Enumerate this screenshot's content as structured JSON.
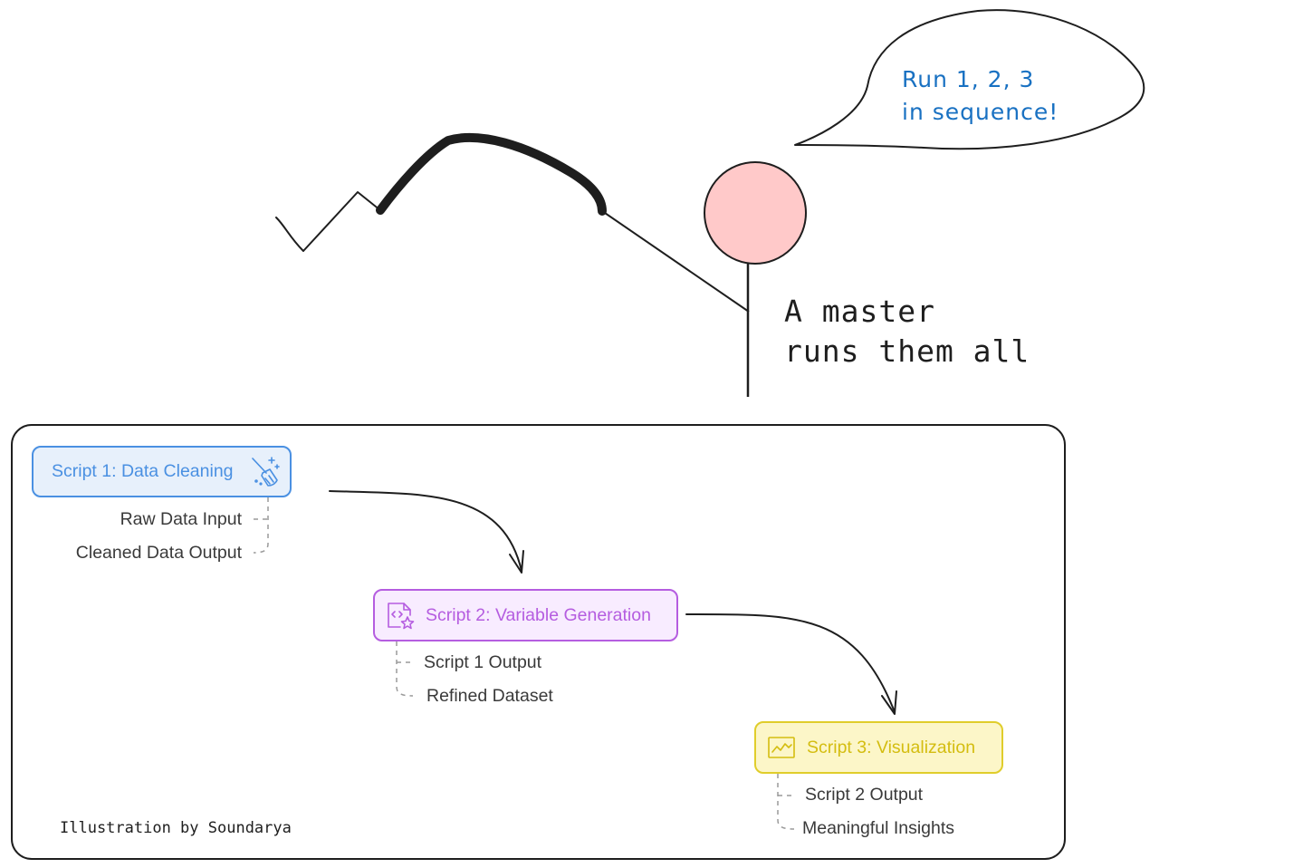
{
  "speech_bubble": {
    "lines": [
      "Run 1, 2, 3",
      "in sequence!"
    ],
    "color": "#1971c2"
  },
  "master_label": {
    "lines": [
      "A master",
      "runs them all"
    ]
  },
  "figure": {
    "head_color": "#ffc9c9"
  },
  "scripts": [
    {
      "title": "Script 1: Data Cleaning",
      "icon": "broom-sparkle-icon",
      "color": "#4a90e2",
      "fill": "#e7f0fb",
      "details": [
        "Raw Data Input",
        "Cleaned Data Output"
      ]
    },
    {
      "title": "Script 2: Variable Generation",
      "icon": "code-file-star-icon",
      "color": "#b55de0",
      "fill": "#f8ecff",
      "details": [
        "Script 1 Output",
        "Refined Dataset"
      ]
    },
    {
      "title": "Script 3: Visualization",
      "icon": "line-chart-icon",
      "color": "#d4bd10",
      "fill": "#fcf6c8",
      "details": [
        "Script 2 Output",
        "Meaningful Insights"
      ]
    }
  ],
  "credit": "Illustration by Soundarya"
}
